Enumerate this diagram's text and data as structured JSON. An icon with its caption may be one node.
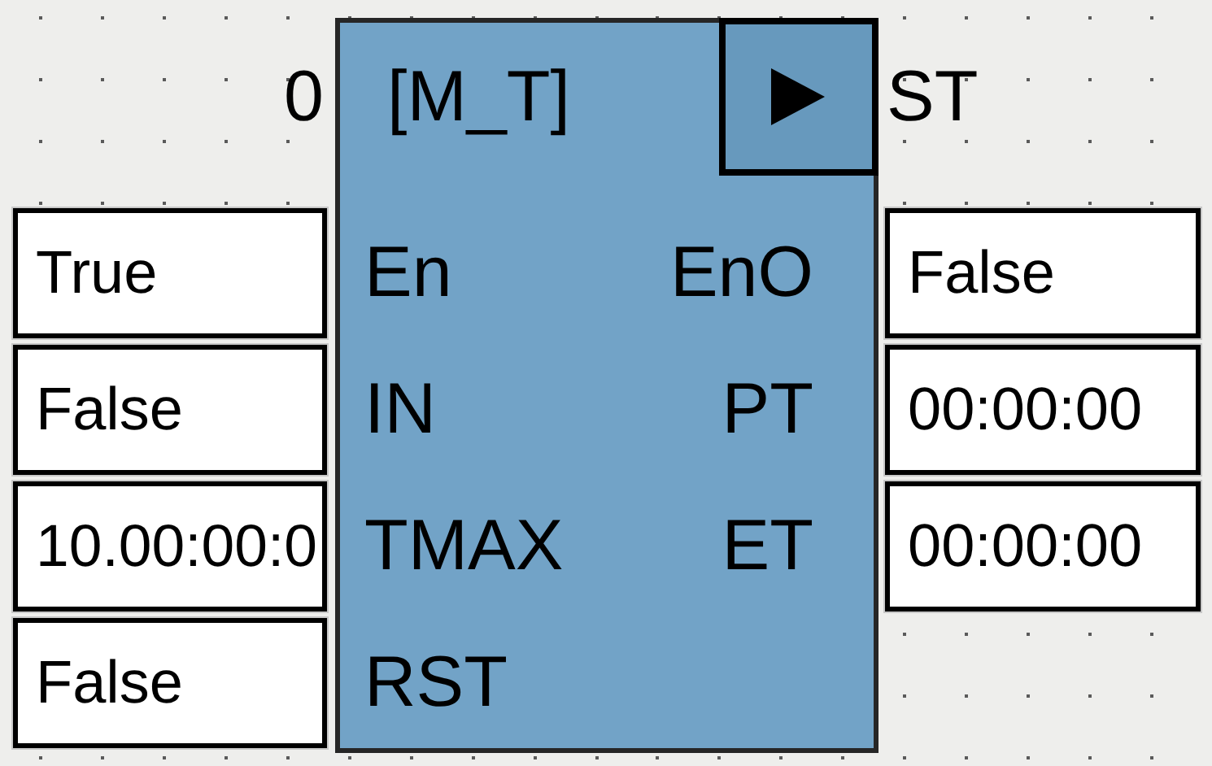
{
  "diagram": {
    "nodes": [
      {
        "text": [
          "[M_T]",
          "En",
          "IN",
          "TMAX",
          "RST",
          "EnO",
          "PT",
          "ET"
        ],
        "beside": [
          "0",
          "ST"
        ]
      },
      {
        "text": [
          "True"
        ]
      },
      {
        "text": [
          "False"
        ]
      },
      {
        "text": [
          "10.00:00:0"
        ]
      },
      {
        "text": [
          "False"
        ]
      },
      {
        "text": [
          "False"
        ]
      },
      {
        "text": [
          "00:00:00"
        ]
      },
      {
        "text": [
          "00:00:00"
        ]
      }
    ]
  }
}
